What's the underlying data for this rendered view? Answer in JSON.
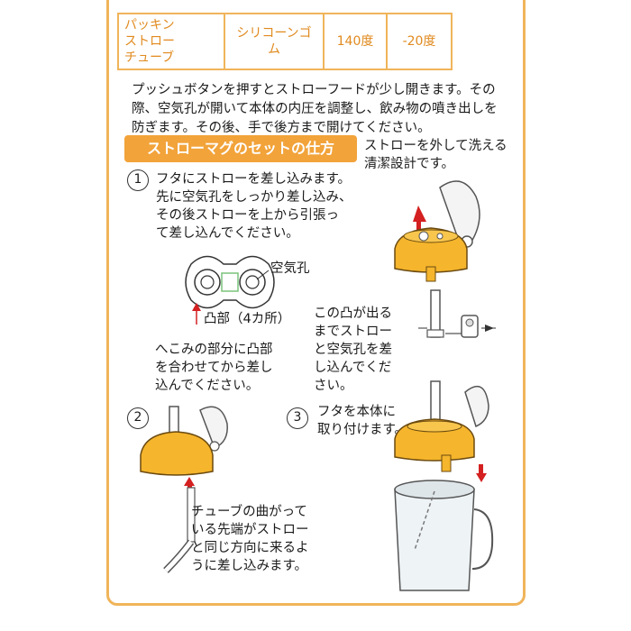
{
  "spec_table": {
    "part": "パッキン\nストロー\nチューブ",
    "material": "シリコーンゴム",
    "heat_limit": "140度",
    "cold_limit": "-20度"
  },
  "intro": "プッシュボタンを押すとストローフードが少し開きます。その際、空気孔が開いて本体の内圧を調整し、飲み物の噴き出しを防ぎます。その後、手で後方まで開けてください。",
  "section_title": "ストローマグのセットの仕方",
  "side_note": "ストローを外して洗える\n清潔設計です。",
  "step1": {
    "number": "1",
    "text": "フタにストローを差し込みます。\n先に空気孔をしっかり差し込み、\nその後ストローを上から引張っ\nて差し込んでください。",
    "label_air_hole": "空気孔",
    "label_bump": "凸部（4カ所）",
    "note": "へこみの部分に凸部\nを合わせてから差し\n込んでください。"
  },
  "bump_note": "この凸が出る\nまでストロー\nと空気孔を差\nし込んでくだ\nさい。",
  "step2": {
    "number": "2",
    "text": "チューブの曲がって\nいる先端がストロー\nと同じ方向に来るよ\nうに差し込みます。"
  },
  "step3": {
    "number": "3",
    "text": "フタを本体に\n取り付けます。"
  },
  "colors": {
    "accent_orange": "#f2a33a",
    "lid_yellow": "#f5b52c",
    "arrow_red": "#d42020",
    "border": "#f0b45a",
    "table_text": "#e08a1e"
  }
}
